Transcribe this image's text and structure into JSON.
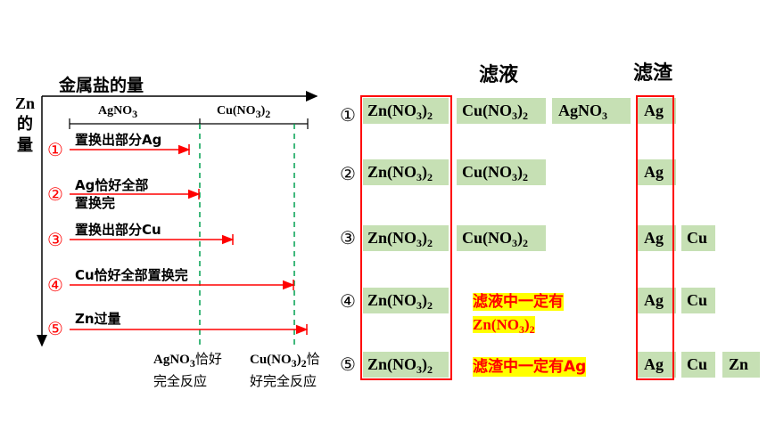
{
  "left": {
    "y_axis_label": [
      "Zn",
      "的",
      "量"
    ],
    "x_axis_label": "金属盐的量",
    "segment_labels": [
      "AgNO",
      "Cu(NO",
      "3",
      ")",
      "2"
    ],
    "steps": [
      {
        "num": "①",
        "text": "置换出部分Ag"
      },
      {
        "num": "②",
        "text": "Ag恰好全部",
        "text2": "置换完"
      },
      {
        "num": "③",
        "text": "置换出部分Cu"
      },
      {
        "num": "④",
        "text": "Cu恰好全部置换完"
      },
      {
        "num": "⑤",
        "text": "Zn过量"
      }
    ],
    "bottom_left": {
      "line1_a": "AgNO",
      "line1_sub": "3",
      "line1_b": "恰好",
      "line2": "完全反应"
    },
    "bottom_right": {
      "line1_a": "Cu(NO",
      "line1_sub": "3",
      "line1_c": ")",
      "line1_sub2": "2",
      "line1_b": "恰",
      "line2": "好完全反应"
    }
  },
  "right": {
    "filtrate_header": "滤液",
    "residue_header": "滤渣",
    "rows": [
      {
        "num": "①",
        "filtrate": [
          "Zn(NO3)2",
          "Cu(NO3)2",
          "AgNO3"
        ],
        "residue": [
          "Ag"
        ]
      },
      {
        "num": "②",
        "filtrate": [
          "Zn(NO3)2",
          "Cu(NO3)2"
        ],
        "residue": [
          "Ag"
        ]
      },
      {
        "num": "③",
        "filtrate": [
          "Zn(NO3)2",
          "Cu(NO3)2"
        ],
        "residue": [
          "Ag",
          "Cu"
        ]
      },
      {
        "num": "④",
        "filtrate": [
          "Zn(NO3)2"
        ],
        "residue": [
          "Ag",
          "Cu"
        ]
      },
      {
        "num": "⑤",
        "filtrate": [
          "Zn(NO3)2"
        ],
        "residue": [
          "Ag",
          "Cu",
          "Zn"
        ]
      }
    ],
    "note1_line1": "滤液中一定有",
    "note1_line2_a": "Zn(NO",
    "note1_line2_sub": "3",
    "note1_line2_b": ")",
    "note1_line2_sub2": "2",
    "note2": "滤渣中一定有Ag"
  },
  "colors": {
    "red": "#ff0000",
    "green_fill": "#c6e0b4",
    "dashed": "#00a050",
    "highlight": "#ffff00"
  }
}
